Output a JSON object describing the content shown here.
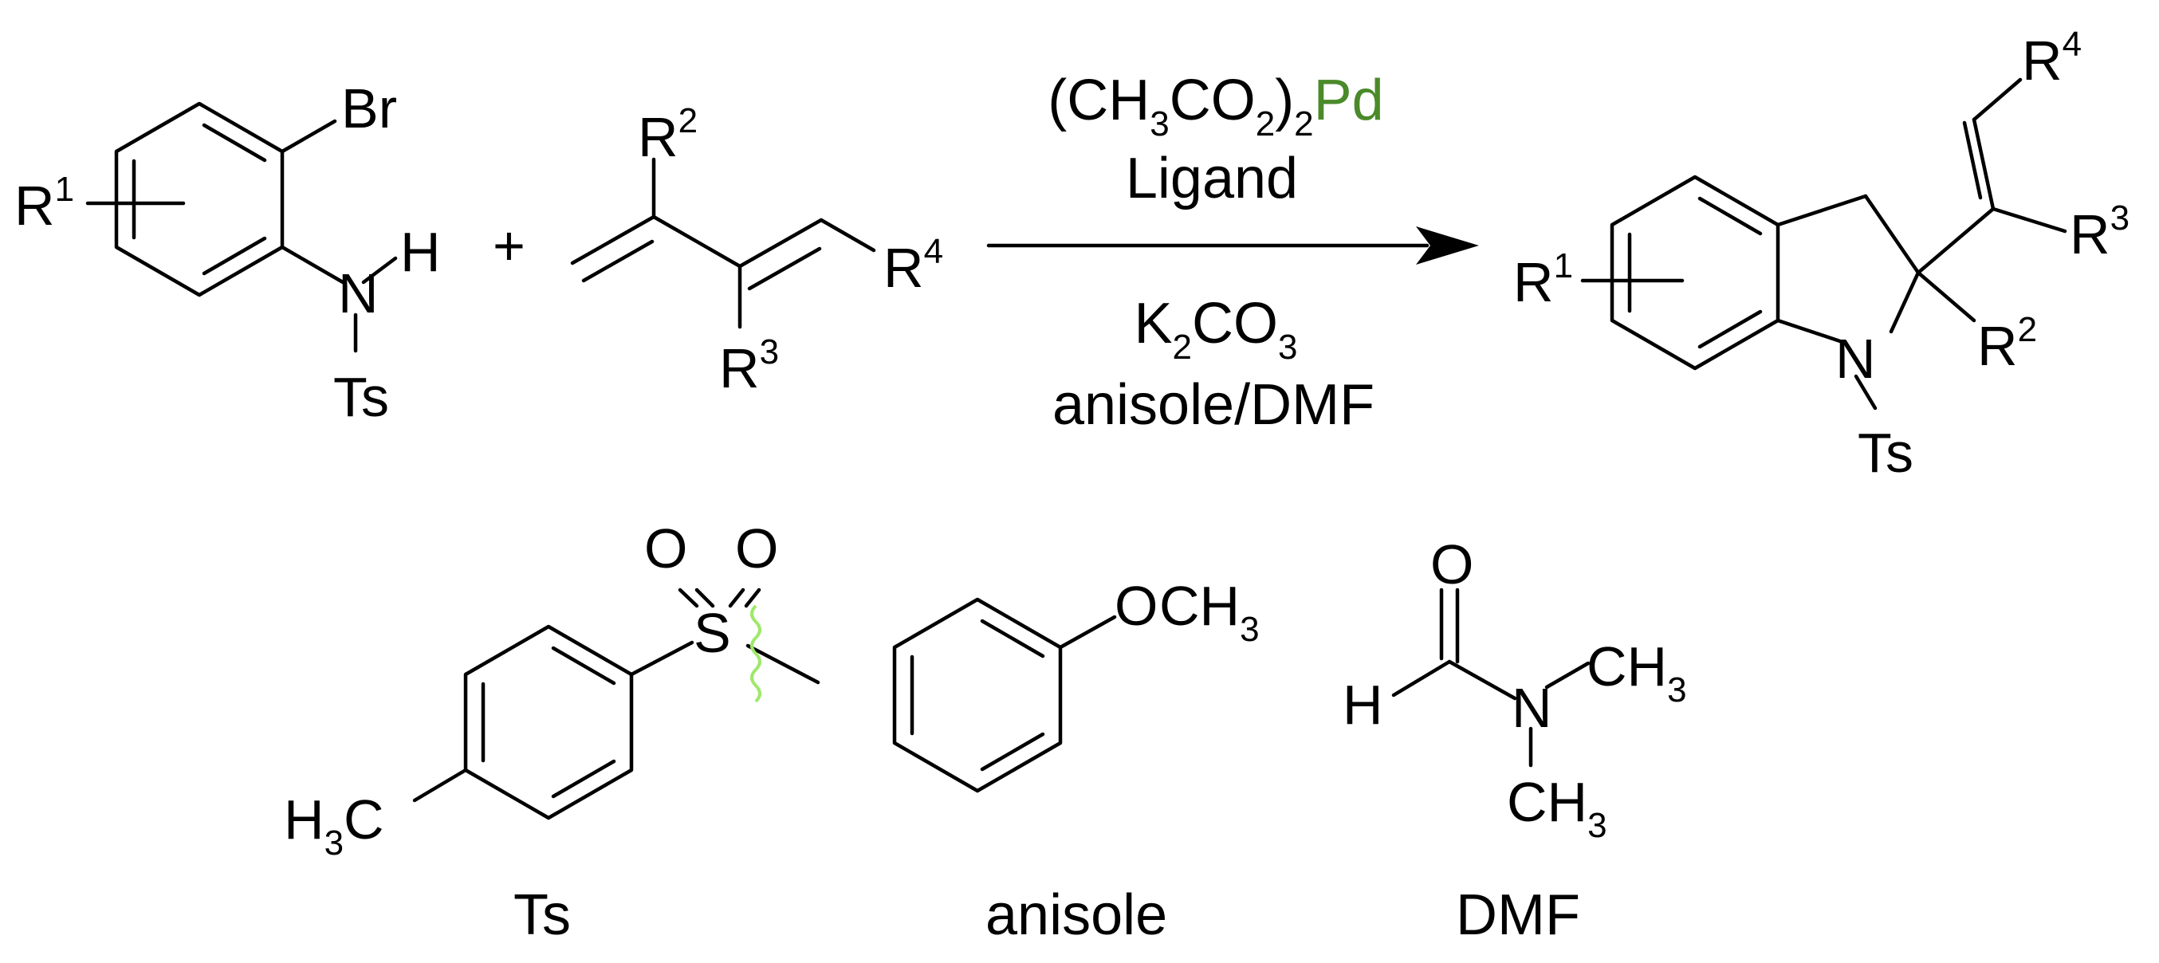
{
  "colors": {
    "black": "#000000",
    "bromine": "#7ab131",
    "nitrogen": "#1c3bea",
    "oxygen": "#e0311d",
    "sulfur": "#c4c236",
    "palladium": "#4a8a2a",
    "wavy_bond": "#9ee86b"
  },
  "reactant1": {
    "r1": "R",
    "r1_sup": "1",
    "br": "Br",
    "n": "N",
    "h": "H",
    "ts": "Ts"
  },
  "plus": "+",
  "reactant2": {
    "r2": "R",
    "r2_sup": "2",
    "r3": "R",
    "r3_sup": "3",
    "r4": "R",
    "r4_sup": "4"
  },
  "conditions": {
    "catalyst_open": "(CH",
    "catalyst_sub3": "3",
    "catalyst_co": "CO",
    "catalyst_sub2": "2",
    "catalyst_close": ")",
    "catalyst_sub2b": "2",
    "catalyst_pd": "Pd",
    "ligand": "Ligand",
    "base_k": "K",
    "base_sub2": "2",
    "base_co": "CO",
    "base_sub3": "3",
    "solvent": "anisole/DMF"
  },
  "product": {
    "r1": "R",
    "r1_sup": "1",
    "r2": "R",
    "r2_sup": "2",
    "r3": "R",
    "r3_sup": "3",
    "r4": "R",
    "r4_sup": "4",
    "n": "N",
    "ts": "Ts"
  },
  "ts_structure": {
    "o1": "O",
    "o2": "O",
    "s": "S",
    "h3c_h": "H",
    "h3c_sub": "3",
    "h3c_c": "C",
    "caption": "Ts"
  },
  "anisole_structure": {
    "o": "O",
    "ch": "CH",
    "ch_sub": "3",
    "caption": "anisole"
  },
  "dmf_structure": {
    "o": "O",
    "h": "H",
    "n": "N",
    "ch_top": "CH",
    "ch_top_sub": "3",
    "ch_bot": "CH",
    "ch_bot_sub": "3",
    "caption": "DMF"
  }
}
